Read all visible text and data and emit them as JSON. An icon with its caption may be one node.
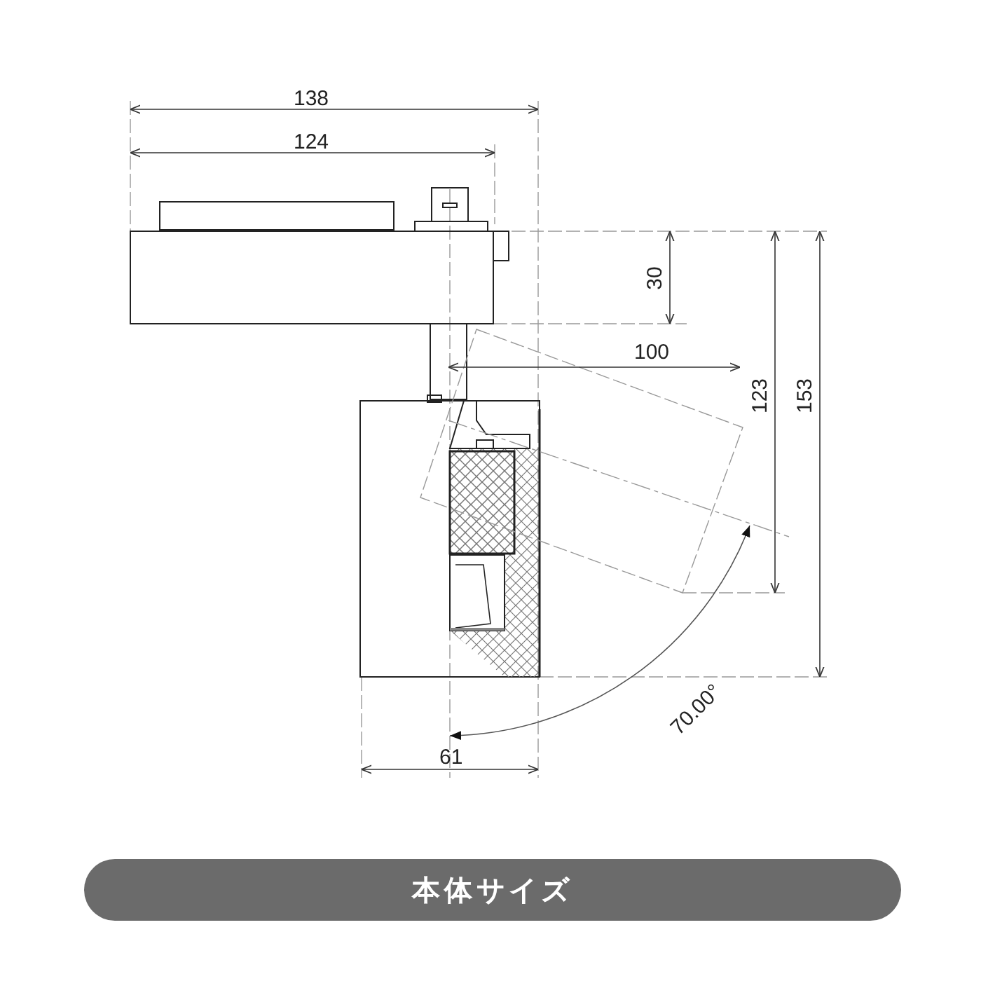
{
  "diagram": {
    "nodes": [
      {
        "text": [
          "本体サイズ"
        ]
      }
    ],
    "edges": [],
    "labels": [
      "138",
      "124",
      "30",
      "100",
      "123",
      "153",
      "70.00°",
      "61"
    ]
  }
}
